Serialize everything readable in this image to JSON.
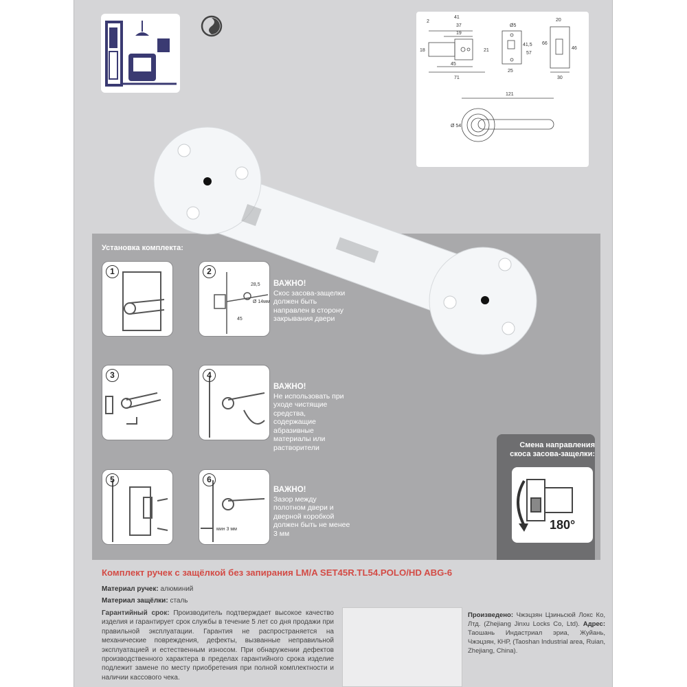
{
  "install": {
    "title": "Установка комплекта:"
  },
  "steps": [
    {
      "num": "1"
    },
    {
      "num": "2"
    },
    {
      "num": "3"
    },
    {
      "num": "4"
    },
    {
      "num": "5"
    },
    {
      "num": "6"
    }
  ],
  "step2_dims": {
    "d1": "28,5",
    "d2": "45",
    "d3": "Ø 14мм"
  },
  "step6_dim": "мин 3 мм",
  "notes": [
    {
      "head": "ВАЖНО!",
      "text": "Скос засова-защелки должен быть направлен в сторону закрывания двери"
    },
    {
      "head": "ВАЖНО!",
      "text": "Не использовать при уходе чистящие средства, содержащие абразивные материалы или растворители"
    },
    {
      "head": "ВАЖНО!",
      "text": "Зазор между полотном двери и дверной коробкой должен быть не менее 3 мм"
    }
  ],
  "reversal": {
    "title": "Смена направления скоса засова-защелки:",
    "angle": "180°"
  },
  "drawing_dims": {
    "a": "2",
    "b": "41",
    "c": "37",
    "d": "19",
    "e": "18",
    "f": "21",
    "g": "45",
    "h": "71",
    "i": "Ø5",
    "j": "41,5",
    "k": "57",
    "l": "25",
    "m": "20",
    "n": "66",
    "o": "46",
    "p": "30",
    "q": "121",
    "r": "Ø 54"
  },
  "product": {
    "title": "Комплект ручек с защёлкой без запирания LM/A SET45R.TL54.POLO/HD ABG-6"
  },
  "specs": {
    "handle_label": "Материал ручек:",
    "handle_value": "алюминий",
    "latch_label": "Материал защёлки:",
    "latch_value": "сталь"
  },
  "warranty": {
    "label": "Гарантийный срок:",
    "text": "Производитель подтверждает высокое качество изделия и гарантирует срок службы в течение 5 лет со дня продажи при правильной эксплуатации. Гарантия не распространяется на механические повреждения, дефекты, вызванные неправильной эксплуатацией и естественным износом. При обнаружении дефектов производственного характера в пределах гарантийного срока изделие подлежит замене по месту приобретения при полной комплектности и наличии кассового чека."
  },
  "maker": {
    "label": "Произведено:",
    "text": "Чжэцзян Цзиньсюй Локс Ко, Лтд. (Zhejiang Jinxu Locks Co, Ltd).",
    "addr_label": "Адрес:",
    "addr": "Таошань Индастриал эриа, Жуйань, Чжэцзян, КНР, (Taoshan Industrial area, Ruian, Zhejiang, China)."
  },
  "colors": {
    "accent": "#d34b45",
    "panel": "#d5d5d7",
    "install_area": "#a9a9ab",
    "template": "#f4f6f8"
  },
  "icons": [
    "interior-room-icon",
    "green-dot-recycle-icon",
    "latch-icon",
    "rotate-arrow-icon"
  ]
}
